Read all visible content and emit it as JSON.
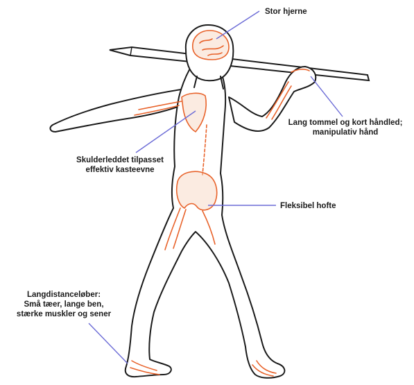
{
  "labels": {
    "brain": [
      "Stor hjerne"
    ],
    "hand": [
      "Lang tommel og kort håndled;",
      "manipulativ hånd"
    ],
    "shoulder": [
      "Skulderleddet tilpasset",
      "effektiv kasteevne"
    ],
    "hip": [
      "Fleksibel hofte"
    ],
    "legs": [
      "Langdistanceløber:",
      "Små tæer, lange ben,",
      "stærke muskler og sener"
    ]
  },
  "colors": {
    "outline": "#1a1a1a",
    "anatomy": "#e8622a",
    "anatomy_fill": "#f7d2bd",
    "leader": "#6b6bd6",
    "spear": "#1a1a1a"
  },
  "icons": {
    "figure": "human-figure-throwing-spear"
  }
}
